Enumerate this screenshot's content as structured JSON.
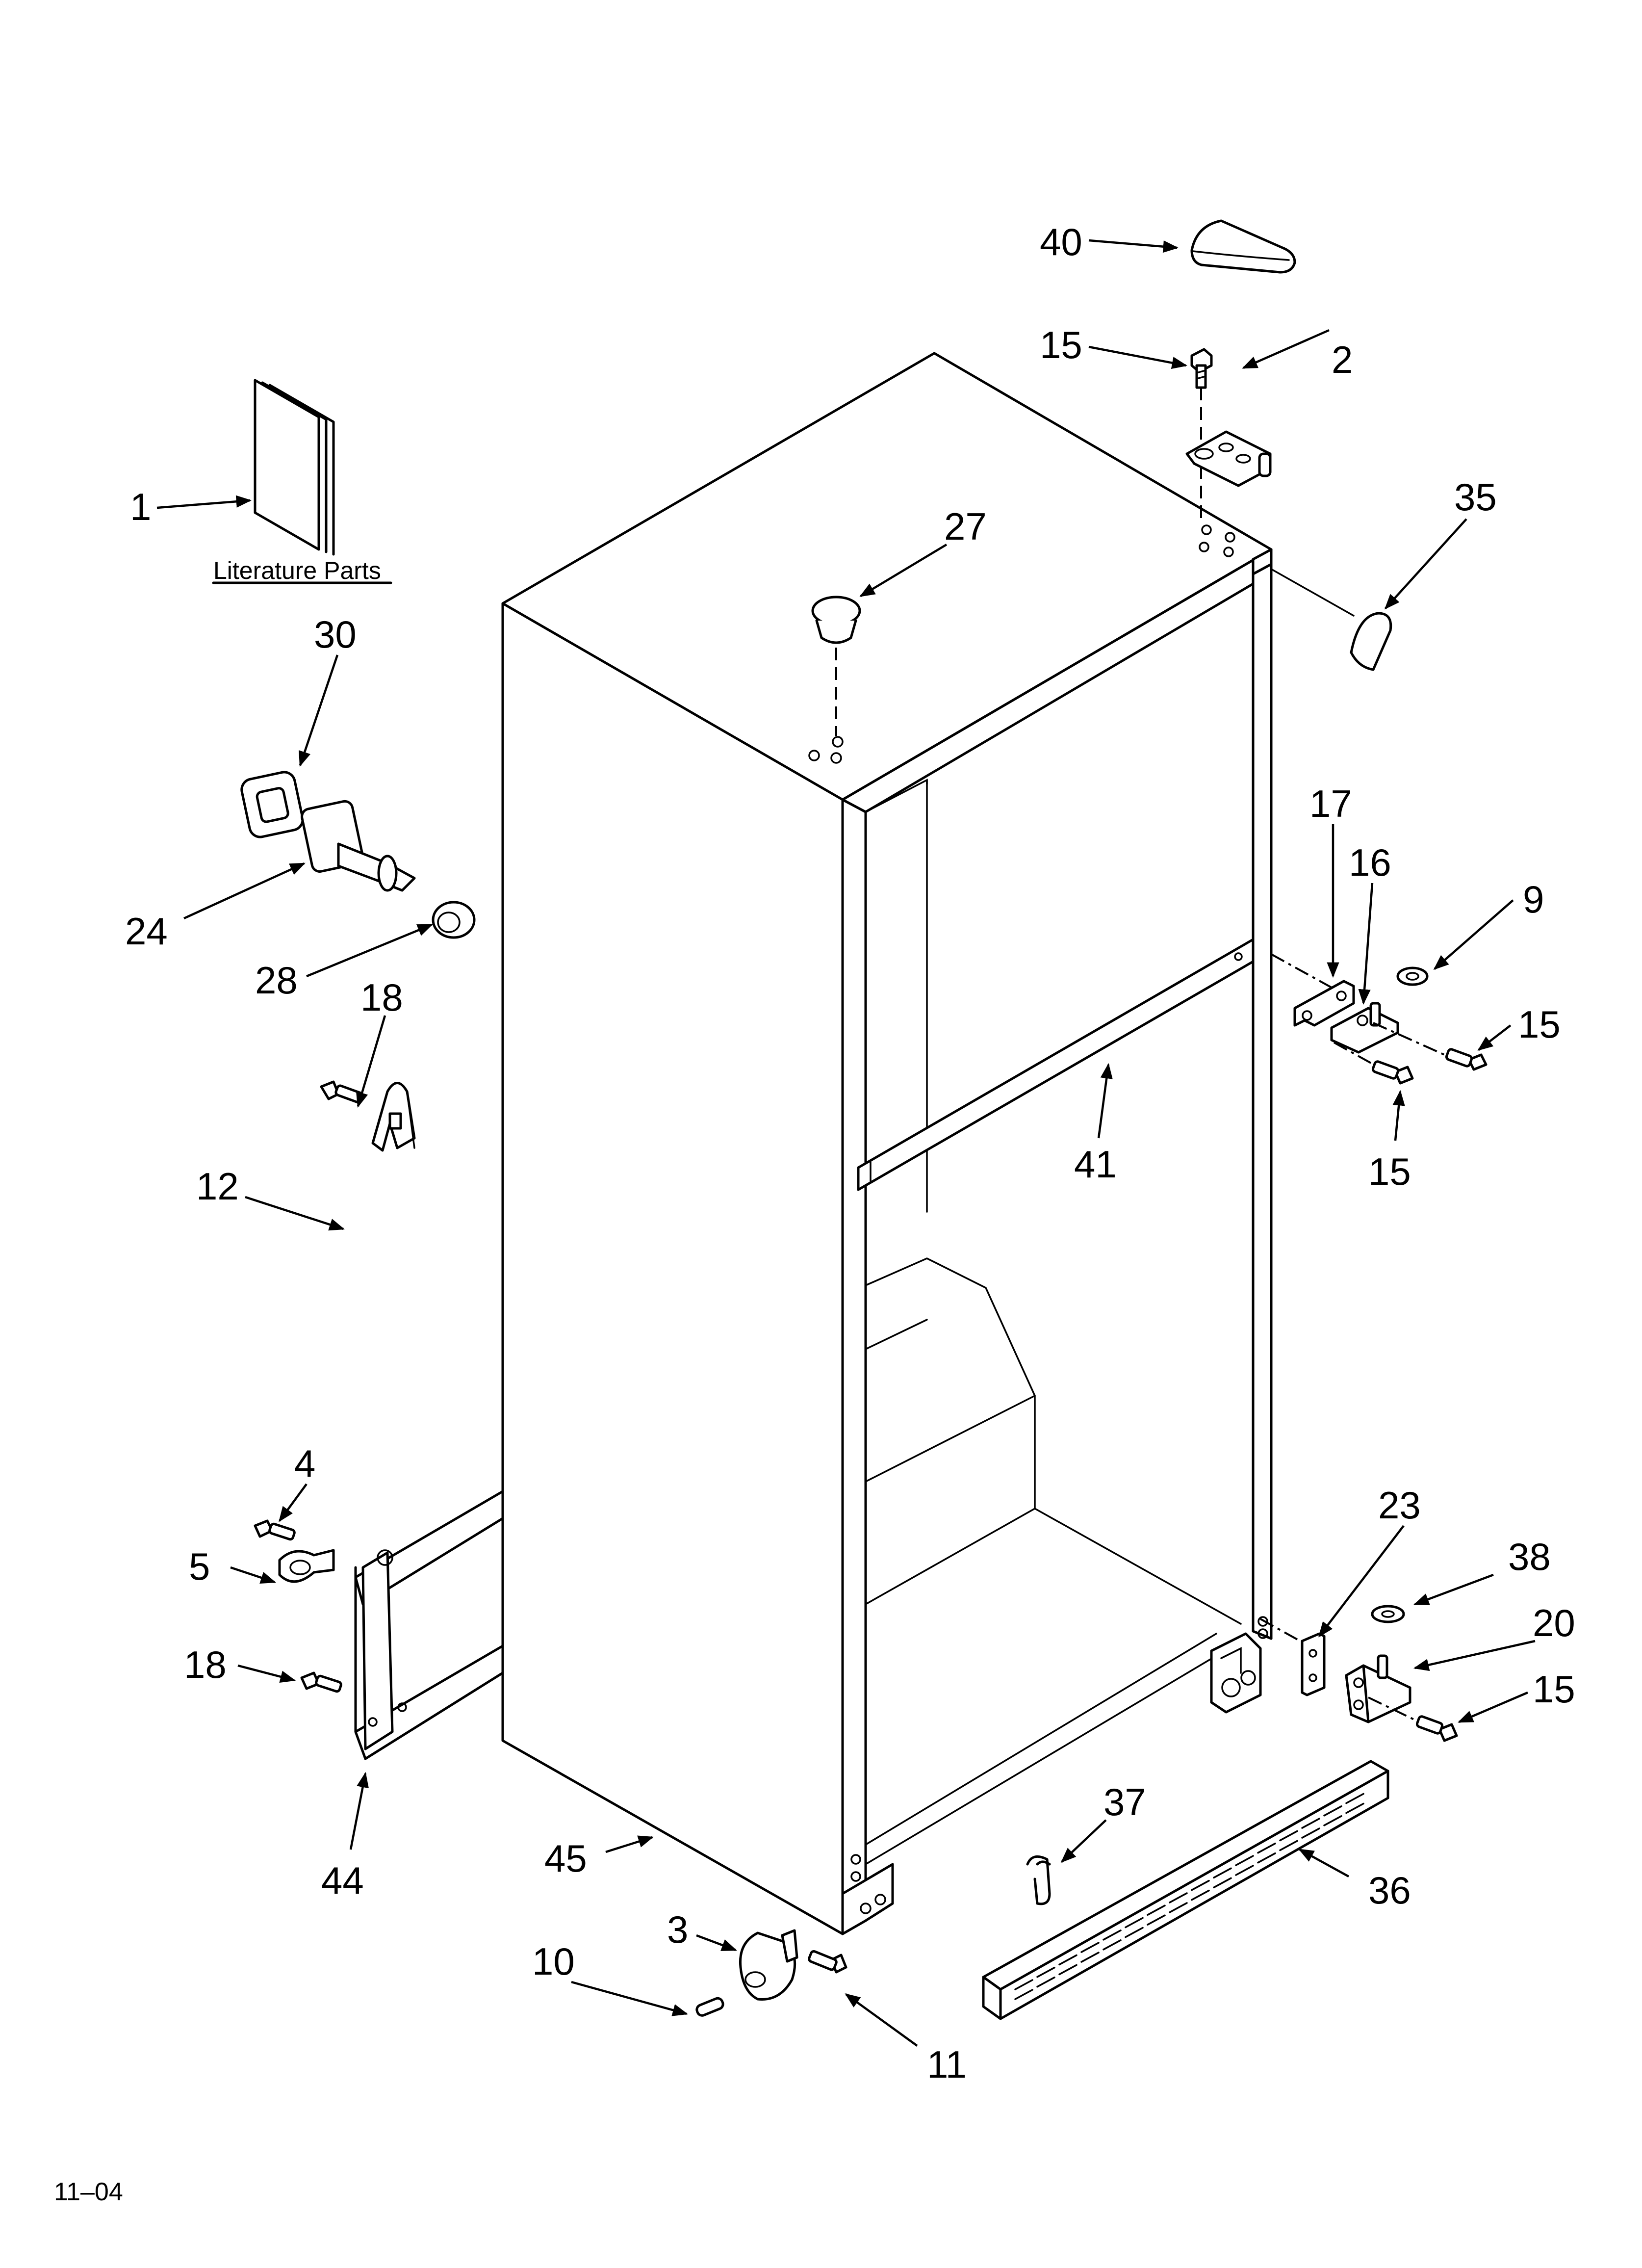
{
  "diagram": {
    "literature_label": "Literature Parts",
    "footer_code": "11–04",
    "callouts": {
      "c1": "1",
      "c2": "2",
      "c3": "3",
      "c4": "4",
      "c5": "5",
      "c9": "9",
      "c10": "10",
      "c11": "11",
      "c12": "12",
      "c15a": "15",
      "c15b": "15",
      "c15c": "15",
      "c15d": "15",
      "c16": "16",
      "c17": "17",
      "c18a": "18",
      "c18b": "18",
      "c20": "20",
      "c23": "23",
      "c24": "24",
      "c27": "27",
      "c28": "28",
      "c30": "30",
      "c35": "35",
      "c36": "36",
      "c37": "37",
      "c38": "38",
      "c40": "40",
      "c41": "41",
      "c44": "44",
      "c45": "45"
    }
  }
}
